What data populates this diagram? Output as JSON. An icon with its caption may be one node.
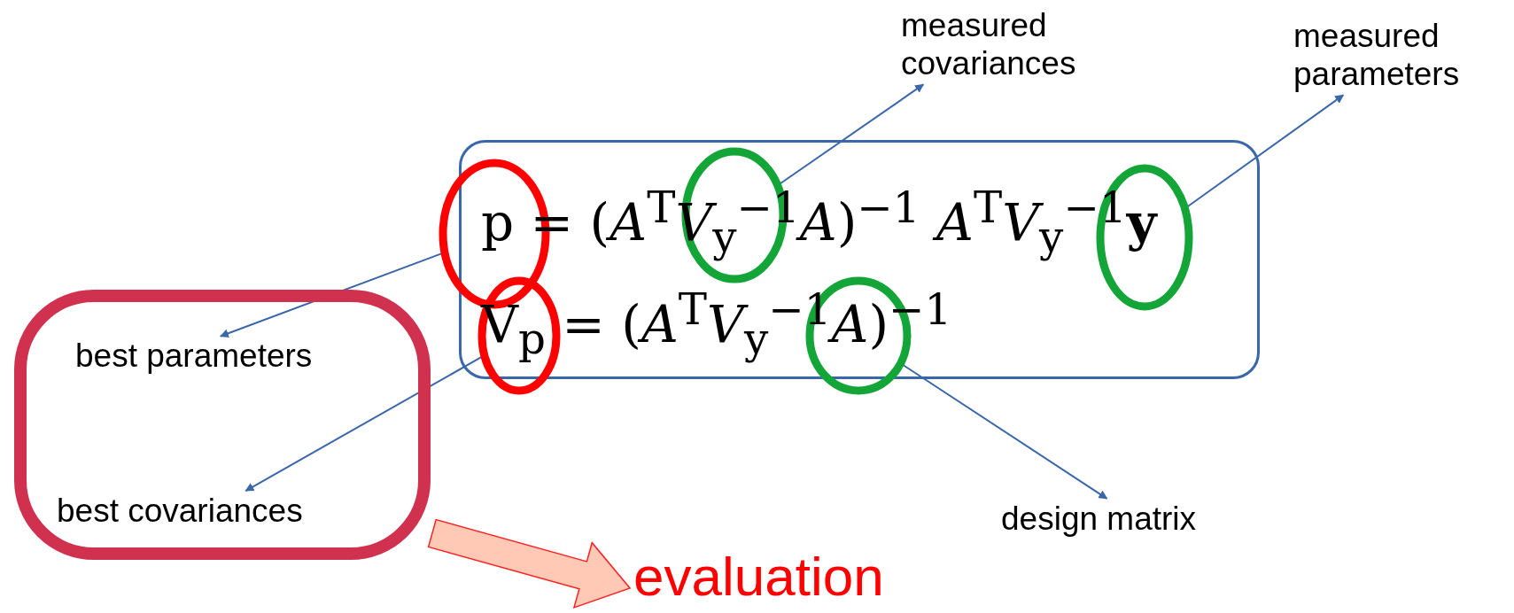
{
  "diagram": {
    "nodes": [
      {
        "text": [
          "p = (*A*$^{T}$*V*$_{y}$$^{−1}$*A*)$^{−1}$ *A*$^{T}$*V*$_{y}$$^{−1}$**y**",
          "V$_{p}$ = (*A*$^{T}$*V*$_{y}$$^{−1}$*A*)$^{−1}$"
        ]
      },
      {
        "text": [],
        "shape": "circle"
      },
      {
        "text": [],
        "shape": "circle",
        "in": 0
      },
      {
        "text": [],
        "shape": "circle",
        "in": 0
      },
      {
        "text": [],
        "shape": "circle",
        "in": 0
      },
      {
        "text": [],
        "shape": "circle",
        "in": 0
      },
      {
        "text": [
          "measured covariances"
        ]
      },
      {
        "text": [
          "measured parameters"
        ]
      },
      {
        "text": [],
        "shape": "box"
      },
      {
        "text": [
          "best parameters"
        ],
        "in": 8
      },
      {
        "text": [
          "best covariances"
        ],
        "in": 8
      },
      {
        "text": [
          "design matrix"
        ]
      },
      {
        "text": [
          "evaluation"
        ]
      }
    ],
    "edges": [
      {
        "from": 1,
        "to": 9,
        "arrow": "to"
      },
      {
        "from": 4,
        "to": 10,
        "arrow": "to"
      },
      {
        "from": 2,
        "to": 6,
        "arrow": "to"
      },
      {
        "from": 3,
        "to": 7,
        "arrow": "to"
      },
      {
        "from": 5,
        "to": 11,
        "arrow": "to"
      },
      {
        "from": 8,
        "to": 12,
        "arrow": "to",
        "style": "thick",
        "color": "#ffc0a8"
      }
    ]
  }
}
